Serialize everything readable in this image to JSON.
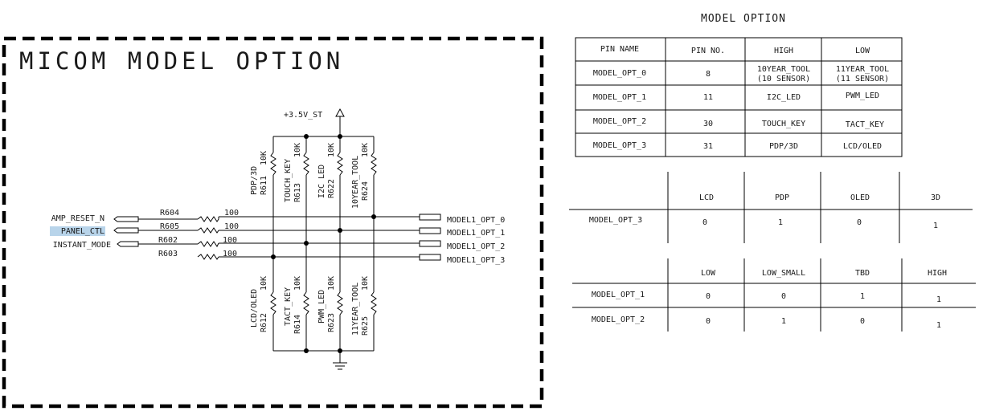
{
  "schematic": {
    "title": "MICOM MODEL OPTION",
    "supply_label": "+3.5V_ST",
    "left_signals": [
      "AMP_RESET_N",
      "PANEL_CTL",
      "INSTANT_MODE"
    ],
    "highlight_color": "#b8d4ea",
    "series_resistors": [
      {
        "ref": "R604",
        "value": "100"
      },
      {
        "ref": "R605",
        "value": "100"
      },
      {
        "ref": "R602",
        "value": "100"
      },
      {
        "ref": "R603",
        "value": "100"
      }
    ],
    "right_signals": [
      "MODEL1_OPT_0",
      "MODEL1_OPT_1",
      "MODEL1_OPT_2",
      "MODEL1_OPT_3"
    ],
    "pullups": [
      {
        "name": "PDP/3D",
        "ref": "R611",
        "value": "10K"
      },
      {
        "name": "TOUCH_KEY",
        "ref": "R613",
        "value": "10K"
      },
      {
        "name": "I2C LED",
        "ref": "R622",
        "value": "10K"
      },
      {
        "name": "10YEAR_TOOL",
        "ref": "R624",
        "value": "10K"
      }
    ],
    "pulldowns": [
      {
        "name": "LCD/OLED",
        "ref": "R612",
        "value": "10K"
      },
      {
        "name": "TACT_KEY",
        "ref": "R614",
        "value": "10K"
      },
      {
        "name": "PWM_LED",
        "ref": "R623",
        "value": "10K"
      },
      {
        "name": "11YEAR_TOOL",
        "ref": "R625",
        "value": "10K"
      }
    ]
  },
  "option_table": {
    "title": "MODEL OPTION",
    "headers": [
      "PIN NAME",
      "PIN NO.",
      "HIGH",
      "LOW"
    ],
    "rows": [
      {
        "pin": "MODEL_OPT_0",
        "no": "8",
        "high": [
          "10YEAR_TOOL",
          "(10 SENSOR)"
        ],
        "low": [
          "11YEAR_TOOL",
          "(11 SENSOR)"
        ]
      },
      {
        "pin": "MODEL_OPT_1",
        "no": "11",
        "high": [
          "I2C_LED"
        ],
        "low": [
          "PWM_LED"
        ]
      },
      {
        "pin": "MODEL_OPT_2",
        "no": "30",
        "high": [
          "TOUCH_KEY"
        ],
        "low": [
          "TACT_KEY"
        ]
      },
      {
        "pin": "MODEL_OPT_3",
        "no": "31",
        "high": [
          "PDP/3D"
        ],
        "low": [
          "LCD/OLED"
        ]
      }
    ]
  },
  "opt3_table": {
    "headers": [
      "LCD",
      "PDP",
      "OLED",
      "3D"
    ],
    "row_label": "MODEL_OPT_3",
    "values": [
      "0",
      "1",
      "0",
      "1"
    ]
  },
  "opt12_table": {
    "headers": [
      "LOW",
      "LOW_SMALL",
      "TBD",
      "HIGH"
    ],
    "rows": [
      {
        "label": "MODEL_OPT_1",
        "values": [
          "0",
          "0",
          "1",
          "1"
        ]
      },
      {
        "label": "MODEL_OPT_2",
        "values": [
          "0",
          "1",
          "0",
          "1"
        ]
      }
    ]
  }
}
